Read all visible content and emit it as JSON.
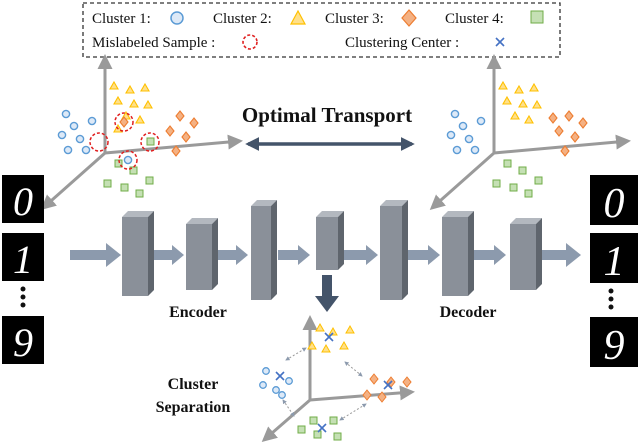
{
  "legend": {
    "items": [
      {
        "label": "Cluster 1:"
      },
      {
        "label": "Cluster 2:"
      },
      {
        "label": "Cluster 3:"
      },
      {
        "label": "Cluster 4:"
      },
      {
        "label": "Mislabeled Sample :"
      },
      {
        "label": "Clustering Center :"
      }
    ]
  },
  "title": "Optimal Transport",
  "labels": {
    "encoder": "Encoder",
    "decoder": "Decoder",
    "separation_line1": "Cluster",
    "separation_line2": "Separation"
  },
  "colors": {
    "cluster1": "#5b9bd5",
    "cluster2": "#ffc000",
    "cluster3": "#ed7d31",
    "cluster4": "#70ad47",
    "mislabeled": "#e02020",
    "center": "#4472c4",
    "arrow": "#8c9aad",
    "block": "#8a9099",
    "ot_arrow": "#44546a"
  },
  "digits": {
    "input": [
      "0",
      "1",
      "9"
    ],
    "output": [
      "0",
      "1",
      "9"
    ]
  }
}
